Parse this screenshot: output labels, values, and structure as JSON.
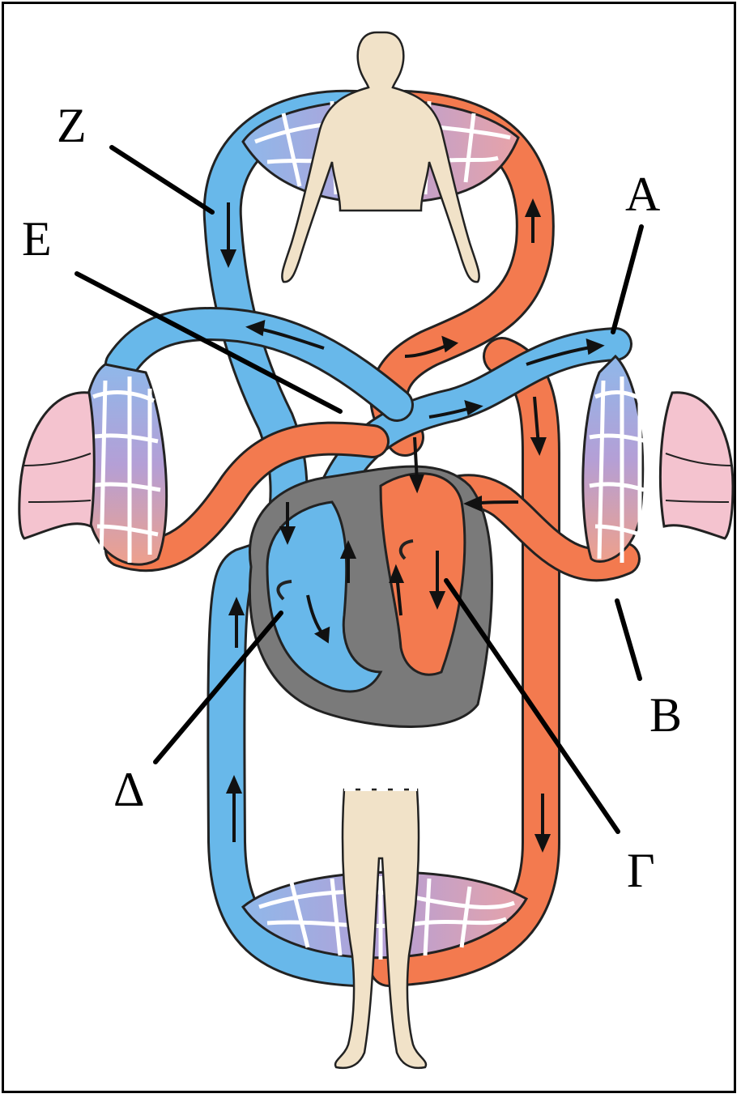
{
  "labels": {
    "A": "A",
    "B": "B",
    "Gamma": "Γ",
    "Delta": "Δ",
    "E": "E",
    "Z": "Z"
  },
  "colors": {
    "oxygenated": "#f37a4f",
    "deoxygenated": "#68b8ea",
    "capillary": "#a89cd0",
    "lung": "#f4c3cf",
    "skin": "#f1e2c8",
    "heart_wall": "#7a7a7a",
    "outline": "#222222"
  }
}
